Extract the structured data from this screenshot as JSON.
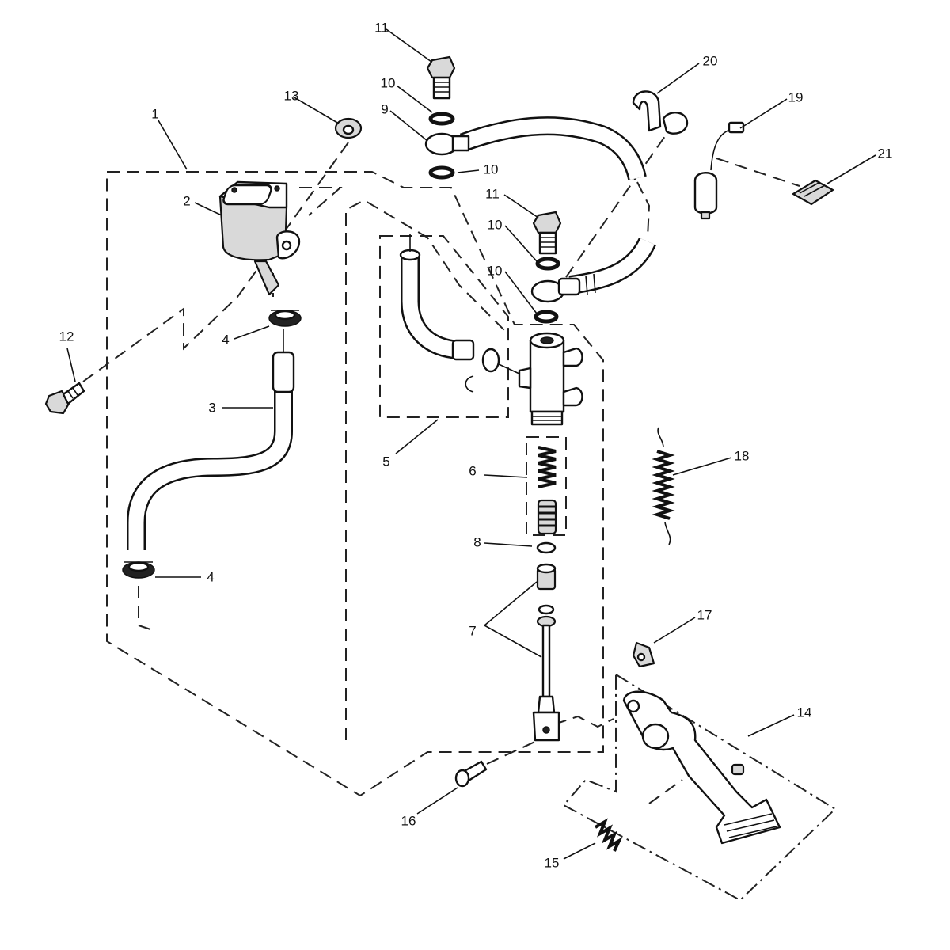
{
  "callouts": [
    {
      "id": "c1",
      "text": "1"
    },
    {
      "id": "c2",
      "text": "2"
    },
    {
      "id": "c3",
      "text": "3"
    },
    {
      "id": "c4a",
      "text": "4"
    },
    {
      "id": "c4b",
      "text": "4"
    },
    {
      "id": "c5",
      "text": "5"
    },
    {
      "id": "c6",
      "text": "6"
    },
    {
      "id": "c7",
      "text": "7"
    },
    {
      "id": "c8",
      "text": "8"
    },
    {
      "id": "c9",
      "text": "9"
    },
    {
      "id": "c10a",
      "text": "10"
    },
    {
      "id": "c10b",
      "text": "10"
    },
    {
      "id": "c10c",
      "text": "10"
    },
    {
      "id": "c10d",
      "text": "10"
    },
    {
      "id": "c11a",
      "text": "11"
    },
    {
      "id": "c11b",
      "text": "11"
    },
    {
      "id": "c12",
      "text": "12"
    },
    {
      "id": "c13",
      "text": "13"
    },
    {
      "id": "c14",
      "text": "14"
    },
    {
      "id": "c15",
      "text": "15"
    },
    {
      "id": "c16",
      "text": "16"
    },
    {
      "id": "c17",
      "text": "17"
    },
    {
      "id": "c18",
      "text": "18"
    },
    {
      "id": "c19",
      "text": "19"
    },
    {
      "id": "c20",
      "text": "20"
    },
    {
      "id": "c21",
      "text": "21"
    }
  ]
}
